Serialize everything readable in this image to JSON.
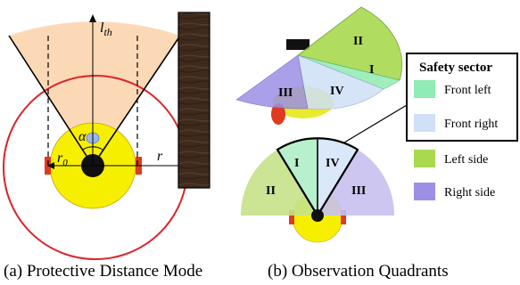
{
  "panel_a": {
    "caption": "(a) Protective Distance Mode",
    "label_lth": "l",
    "label_lth_sub": "th",
    "label_alpha": "α",
    "label_r0": "r",
    "label_r0_sub": "0",
    "label_r": "r"
  },
  "panel_b": {
    "caption": "(b) Observation Quadrants",
    "sector_labels": {
      "front_left": "I",
      "front_right": "IV",
      "left_side": "II",
      "right_side": "III"
    },
    "legend": {
      "title": "Safety sector",
      "items": [
        {
          "label": "Front left",
          "color": "#90ecb2"
        },
        {
          "label": "Front right",
          "color": "#cfe0f7"
        },
        {
          "label": "Left side",
          "color": "#a8d94f"
        },
        {
          "label": "Right side",
          "color": "#9c8fe6"
        }
      ]
    }
  },
  "colors": {
    "zone_fill": "#fcd9b6",
    "robot_body": "#f6f000",
    "safety_circle": "#d9262c",
    "wall": "#3e2a1c"
  }
}
